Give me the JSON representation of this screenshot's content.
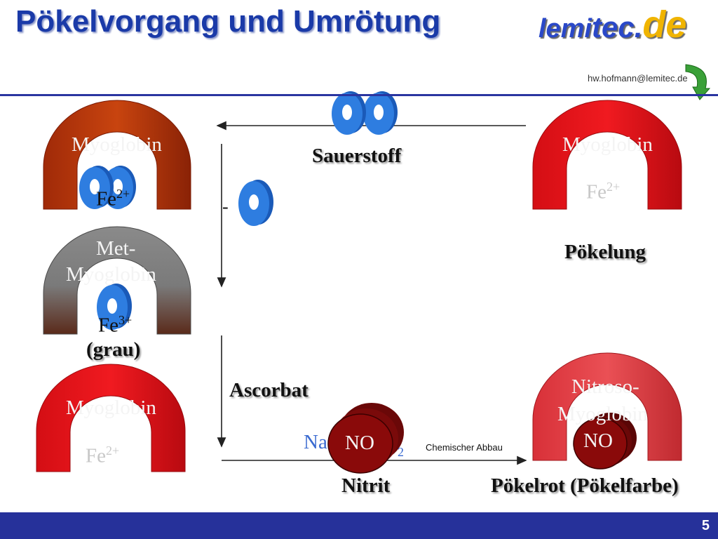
{
  "title": "Pökelvorgang und Umrötung",
  "logo": {
    "part1": "lemi",
    "part2": "tec.",
    "part3": "de"
  },
  "email": "hw.hofmann@lemitec.de",
  "page_number": "5",
  "labels": {
    "myo1": "Myoglobin",
    "fe1_base": "Fe",
    "fe1_sup": "2+",
    "myo2": "Myoglobin",
    "fe2_base": "Fe",
    "fe2_sup": "2+",
    "sauerstoff": "Sauerstoff",
    "minus": "-",
    "met1": "Met-",
    "met2": "Myoglobin",
    "fe3_base": "Fe",
    "fe3_sup": "3+",
    "grau": "(grau)",
    "poekelung": "Pökelung",
    "myo3": "Myoglobin",
    "fe4_base": "Fe",
    "fe4_sup": "2+",
    "ascorbat": "Ascorbat",
    "na": "Na",
    "no1": "NO",
    "sub2": "2",
    "abbau": "Chemischer Abbau",
    "nitroso1": "Nitroso-",
    "nitroso2": "Myoglobin",
    "no2": "NO",
    "nitrit": "Nitrit",
    "poekelrot": "Pökelrot (Pökelfarbe)"
  },
  "colors": {
    "title": "#1a3aa8",
    "frame": "#2a35a0",
    "myoglobin_brown": "#a8340c",
    "myoglobin_red": "#e0141a",
    "metmyoglobin_gray": "#808080",
    "nitroso": "#dc3c40",
    "oxygen_ring": "#2e7de0",
    "nitrite_cylinder": "#8a0a0a"
  },
  "icons": [
    "oxygen-molecule-icon",
    "oxygen-atom-icon",
    "nitrite-cylinder-icon",
    "recycle-arrow-icon"
  ]
}
